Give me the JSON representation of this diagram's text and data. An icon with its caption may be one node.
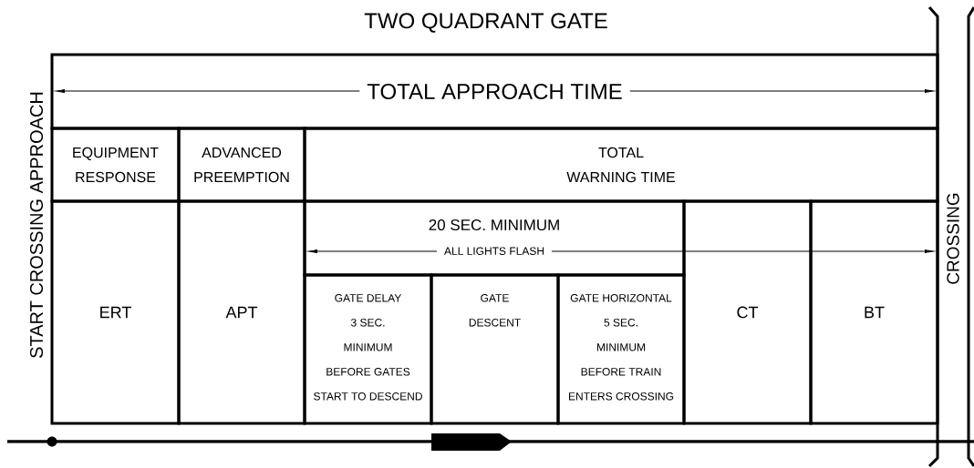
{
  "diagram": {
    "title": "TWO QUADRANT GATE",
    "nodes": [
      {
        "text": [
          "TOTAL APPROACH TIME"
        ]
      },
      {
        "text": [
          "EQUIPMENT RESPONSE"
        ]
      },
      {
        "text": [
          "ADVANCED PREEMPTION"
        ]
      },
      {
        "text": [
          "TOTAL WARNING TIME"
        ]
      },
      {
        "text": [
          "ERT"
        ]
      },
      {
        "text": [
          "APT"
        ]
      },
      {
        "text": [
          "20 SEC. MINIMUM",
          "ALL LIGHTS FLASH"
        ]
      },
      {
        "text": [
          "GATE DELAY",
          "3 SEC.",
          "MINIMUM",
          "BEFORE GATES",
          "START TO DESCEND"
        ]
      },
      {
        "text": [
          "GATE",
          "DESCENT"
        ]
      },
      {
        "text": [
          "GATE HORIZONTAL",
          "5 SEC.",
          "MINIMUM",
          "BEFORE TRAIN",
          "ENTERS CROSSING"
        ]
      },
      {
        "text": [
          "CT"
        ]
      },
      {
        "text": [
          "BT"
        ]
      }
    ],
    "labels": [
      "START CROSSING APPROACH",
      "CROSSING"
    ]
  }
}
